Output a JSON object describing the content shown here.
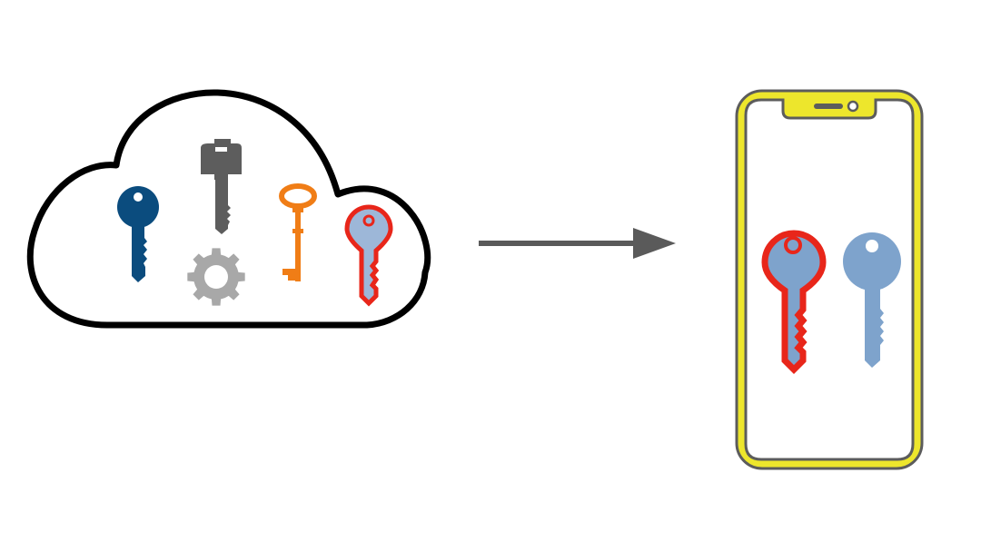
{
  "colors": {
    "background": "#ffffff",
    "cloud_outline": "#000000",
    "key_navy": "#0b4c7e",
    "key_dark_gray": "#5d5d5d",
    "gear_gray": "#a8a8a8",
    "key_orange": "#f07d16",
    "key_red": "#e8261a",
    "key_light_blue": "#7ea3cc",
    "key_light_blue_pale": "#9db7d8",
    "arrow": "#5a5a5a",
    "phone_body": "#ede62c",
    "phone_outline": "#5c5c5c",
    "phone_screen": "#ffffff"
  },
  "diagram": {
    "source": {
      "shape": "cloud",
      "contents": [
        "navy-key-icon",
        "dark-gray-key-icon",
        "gear-icon",
        "orange-skeleton-key-icon",
        "red-outlined-key-icon"
      ]
    },
    "connector": {
      "shape": "arrow",
      "direction": "right"
    },
    "target": {
      "shape": "smartphone",
      "contents": [
        "red-outlined-key-icon",
        "light-blue-key-icon"
      ]
    }
  }
}
